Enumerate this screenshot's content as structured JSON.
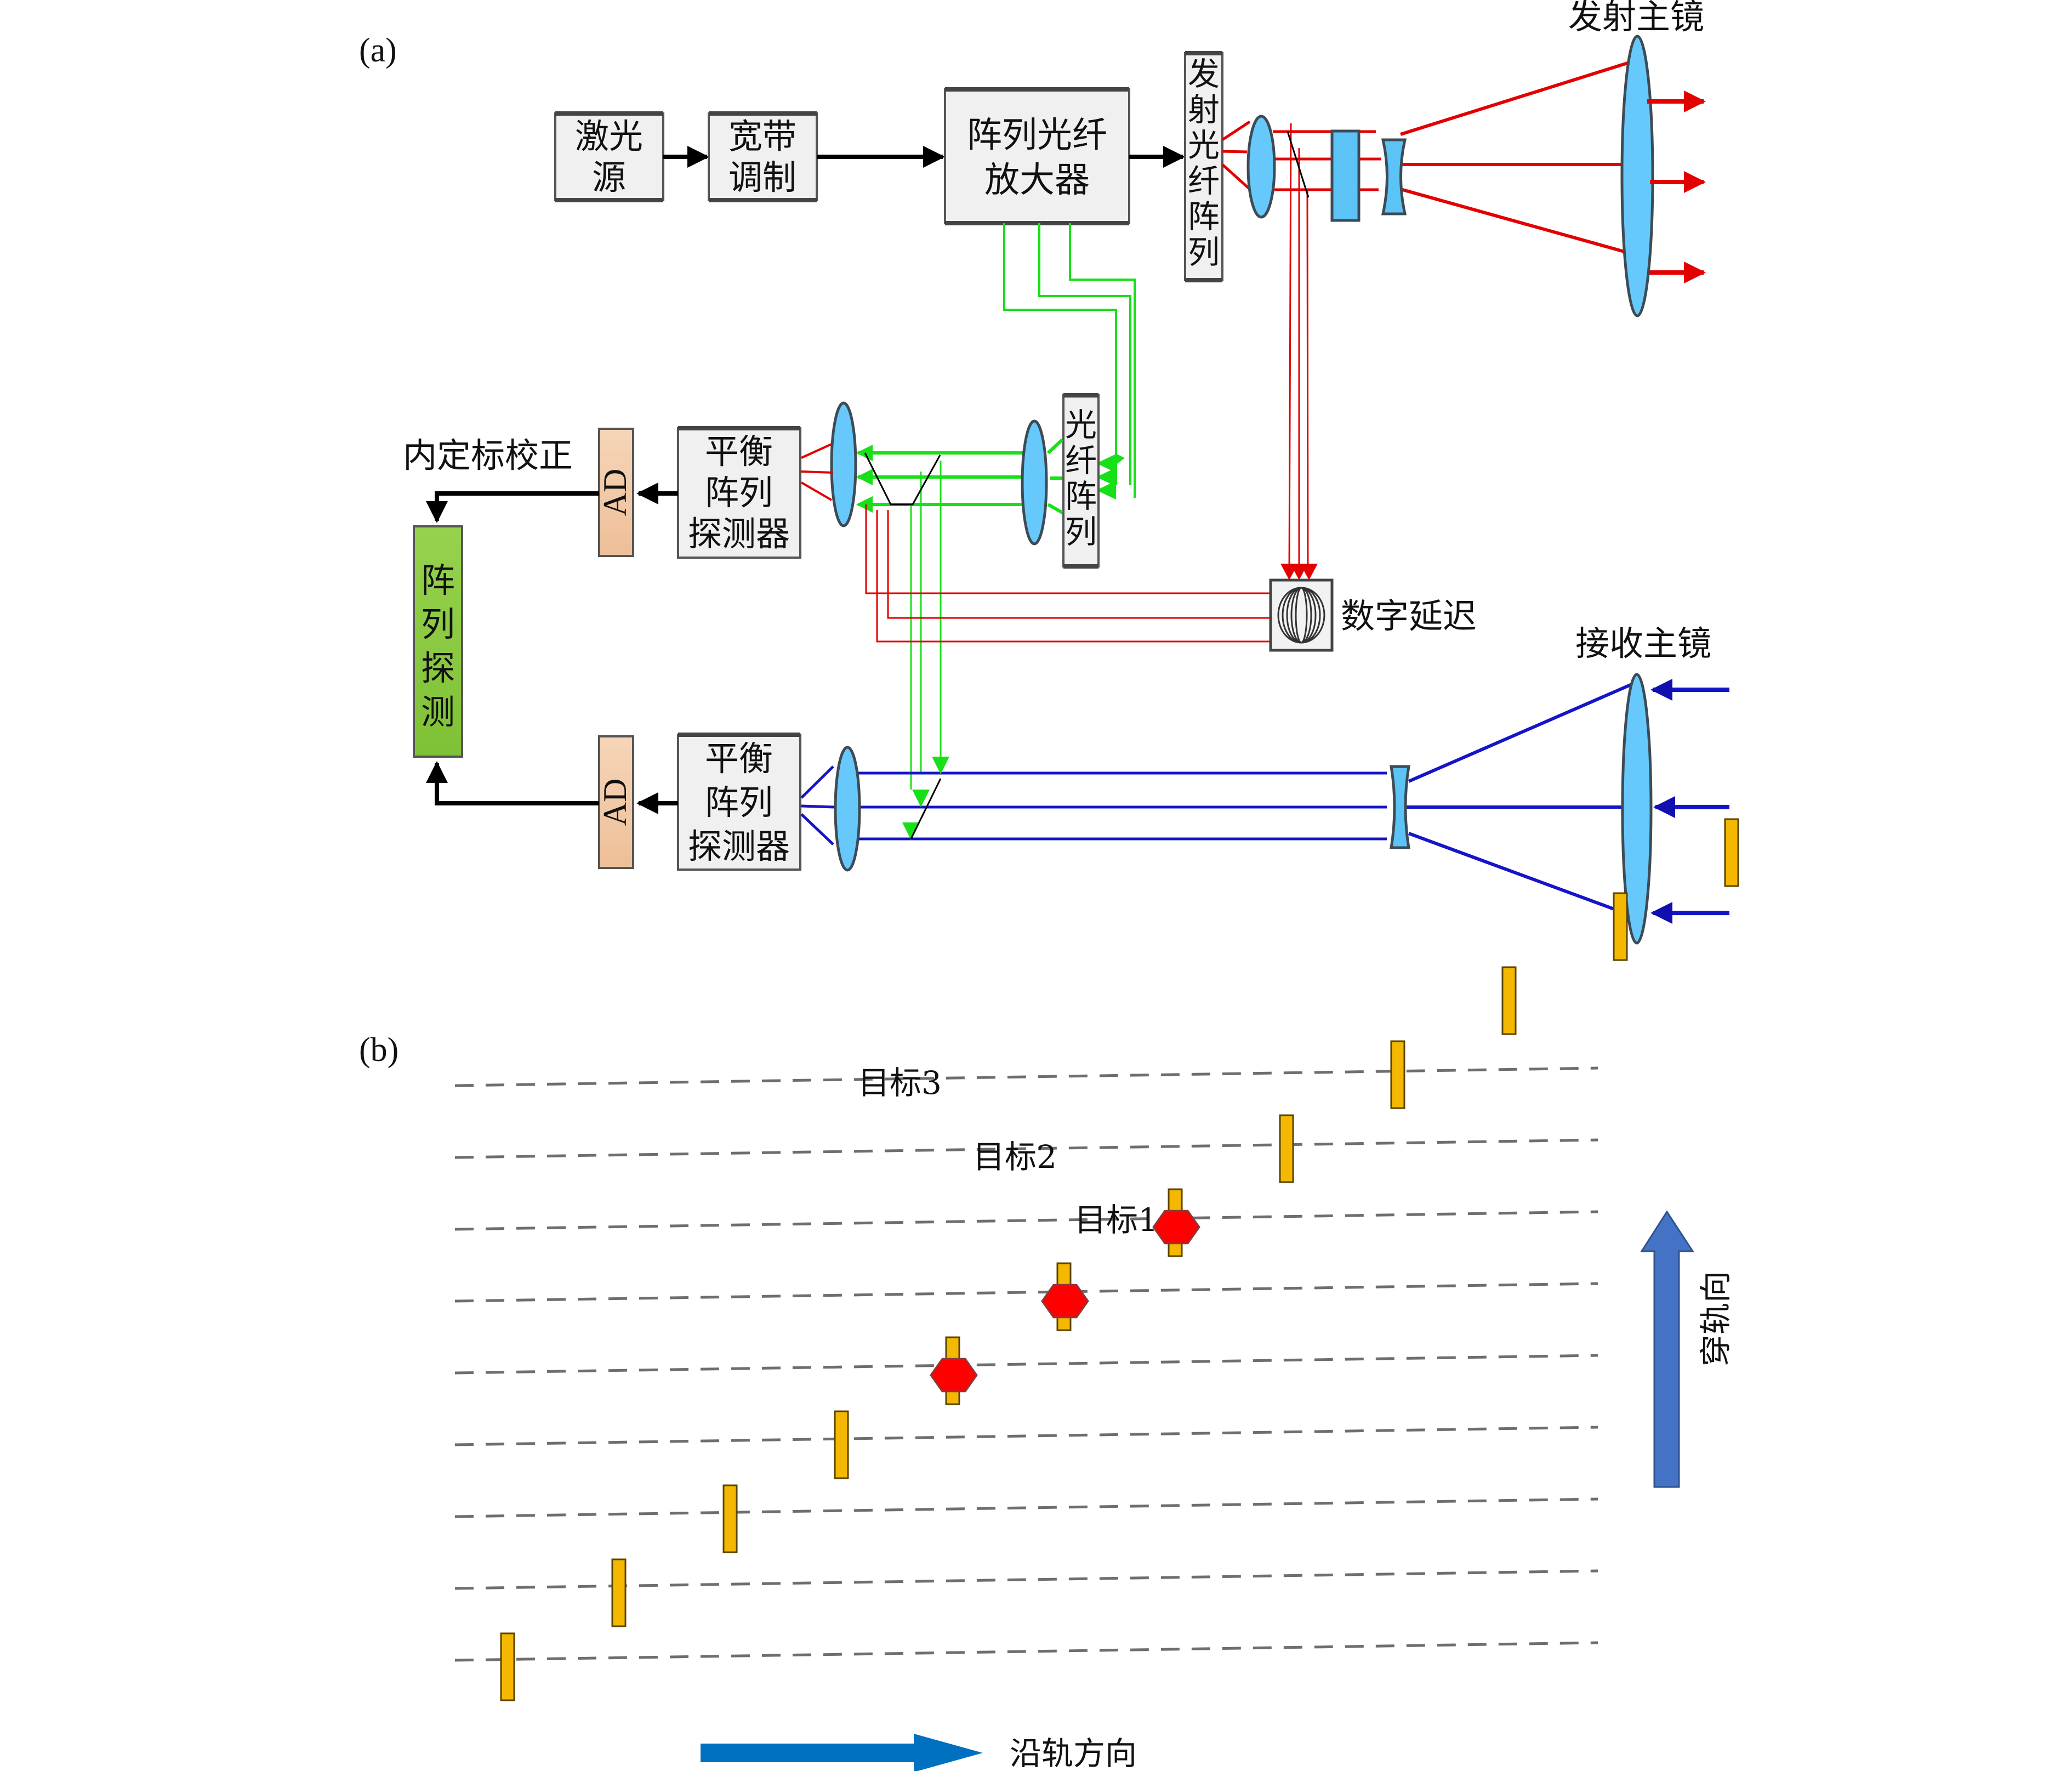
{
  "figure": {
    "panel_a": {
      "label": "(a)",
      "blocks": {
        "laser_source": [
          "激光",
          "源"
        ],
        "broadband_modulation": [
          "宽带",
          "调制"
        ],
        "fiber_amplifier": [
          "阵列光纤",
          "放大器"
        ],
        "emit_fiber_array": [
          "发",
          "射",
          "光",
          "纤",
          "阵",
          "列"
        ],
        "fiber_array_lo": [
          "光",
          "纤",
          "阵",
          "列"
        ],
        "balanced_detector_top": [
          "平衡",
          "阵列",
          "探测器"
        ],
        "balanced_detector_bottom": [
          "平衡",
          "阵列",
          "探测器"
        ],
        "ad_top": "AD",
        "ad_bottom": "AD",
        "array_detection": [
          "阵",
          "列",
          "探",
          "测"
        ]
      },
      "labels": {
        "emit_primary_mirror": "发射主镜",
        "receive_primary_mirror": "接收主镜",
        "digital_delay": "数字延迟",
        "internal_calibration": "内定标校正"
      },
      "colors": {
        "emit_beam": "#e30000",
        "local_oscillator": "#18e018",
        "receive_beam": "#1414c8",
        "lens_fill": "#66c8fb",
        "ad_fill": "#f2c6a0",
        "detection_fill": "#8cc63f"
      }
    },
    "panel_b": {
      "label": "(b)",
      "targets": [
        "目标1",
        "目标2",
        "目标3"
      ],
      "along_track": "沿轨方向",
      "cross_track": "穿轨向",
      "scan_line_count": 9,
      "footprint_count": 12,
      "colors": {
        "footprint": "#f5b800",
        "target": "#ff0000",
        "cross_arrow": "#4472c4",
        "along_arrow": "#0070c0"
      }
    }
  }
}
